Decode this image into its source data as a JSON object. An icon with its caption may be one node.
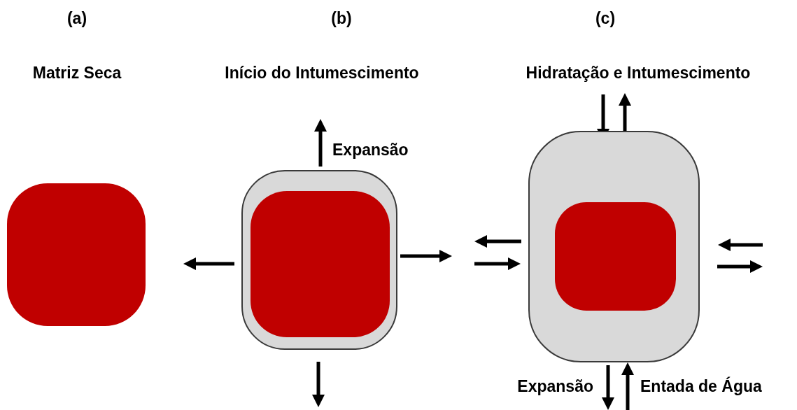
{
  "diagram": {
    "nodes": [
      {
        "text": [],
        "shape": "box"
      },
      {
        "text": [],
        "shape": "box"
      },
      {
        "text": [],
        "shape": "box",
        "in": 1
      },
      {
        "text": [],
        "shape": "box"
      },
      {
        "text": [],
        "shape": "box",
        "in": 3
      }
    ],
    "labels": [
      "(a)",
      "(b)",
      "(c)",
      "Matriz Seca",
      "Início do Intumescimento",
      "Hidratação e Intumescimento",
      "Expansão",
      "Expansão",
      "Entada de Água"
    ]
  }
}
